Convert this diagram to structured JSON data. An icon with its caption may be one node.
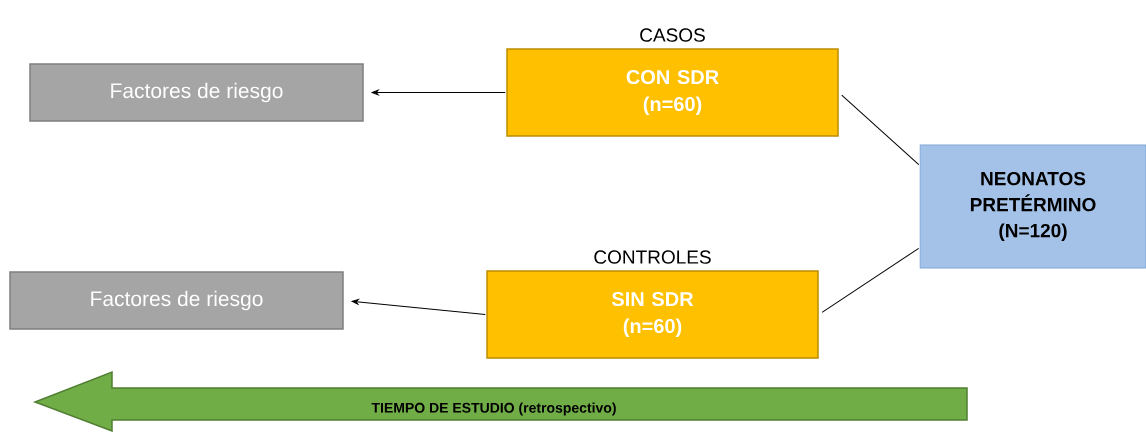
{
  "diagram": {
    "nodes": [
      {
        "text": [
          "Factores de riesgo"
        ]
      },
      {
        "text": [
          "CASOS",
          "CON SDR (n=60)"
        ]
      },
      {
        "text": [
          "NEONATOS PRETÉRMINO (N=120)"
        ]
      },
      {
        "text": [
          "Factores de riesgo"
        ]
      },
      {
        "text": [
          "CONTROLES",
          "SIN SDR (n=60)"
        ]
      },
      {
        "text": [
          "TIEMPO DE ESTUDIO (retrospectivo)"
        ]
      }
    ],
    "edges": [
      {
        "from": 1,
        "to": 0,
        "arrow": "to"
      },
      {
        "from": 2,
        "to": 1,
        "arrow": "none"
      },
      {
        "from": 4,
        "to": 3,
        "arrow": "to"
      },
      {
        "from": 2,
        "to": 4,
        "arrow": "none"
      }
    ]
  }
}
